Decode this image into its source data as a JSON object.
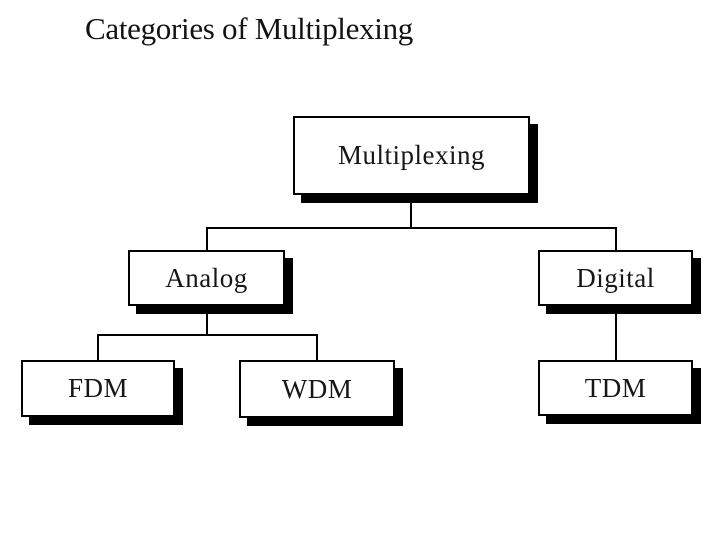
{
  "slide": {
    "title": "Categories of Multiplexing",
    "background_color": "#ffffff",
    "text_color": "#121212"
  },
  "diagram": {
    "type": "tree",
    "node_fill": "#ffffff",
    "node_border_color": "#000000",
    "node_shadow_color": "#000000",
    "connector_color": "#000000",
    "nodes": {
      "multiplexing": {
        "label": "Multiplexing",
        "level": 0,
        "parent": null
      },
      "analog": {
        "label": "Analog",
        "level": 1,
        "parent": "Multiplexing"
      },
      "digital": {
        "label": "Digital",
        "level": 1,
        "parent": "Multiplexing"
      },
      "fdm": {
        "label": "FDM",
        "level": 2,
        "parent": "Analog"
      },
      "wdm": {
        "label": "WDM",
        "level": 2,
        "parent": "Analog"
      },
      "tdm": {
        "label": "TDM",
        "level": 2,
        "parent": "Digital"
      }
    }
  }
}
